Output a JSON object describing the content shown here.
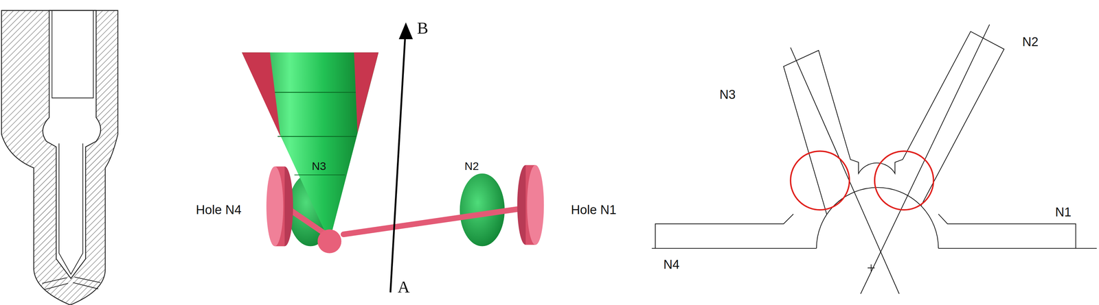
{
  "diagram": {
    "labels": [
      "B",
      "N3",
      "N2",
      "Hole N4",
      "Hole N1",
      "A",
      "N2",
      "N3",
      "N1",
      "N4"
    ]
  }
}
